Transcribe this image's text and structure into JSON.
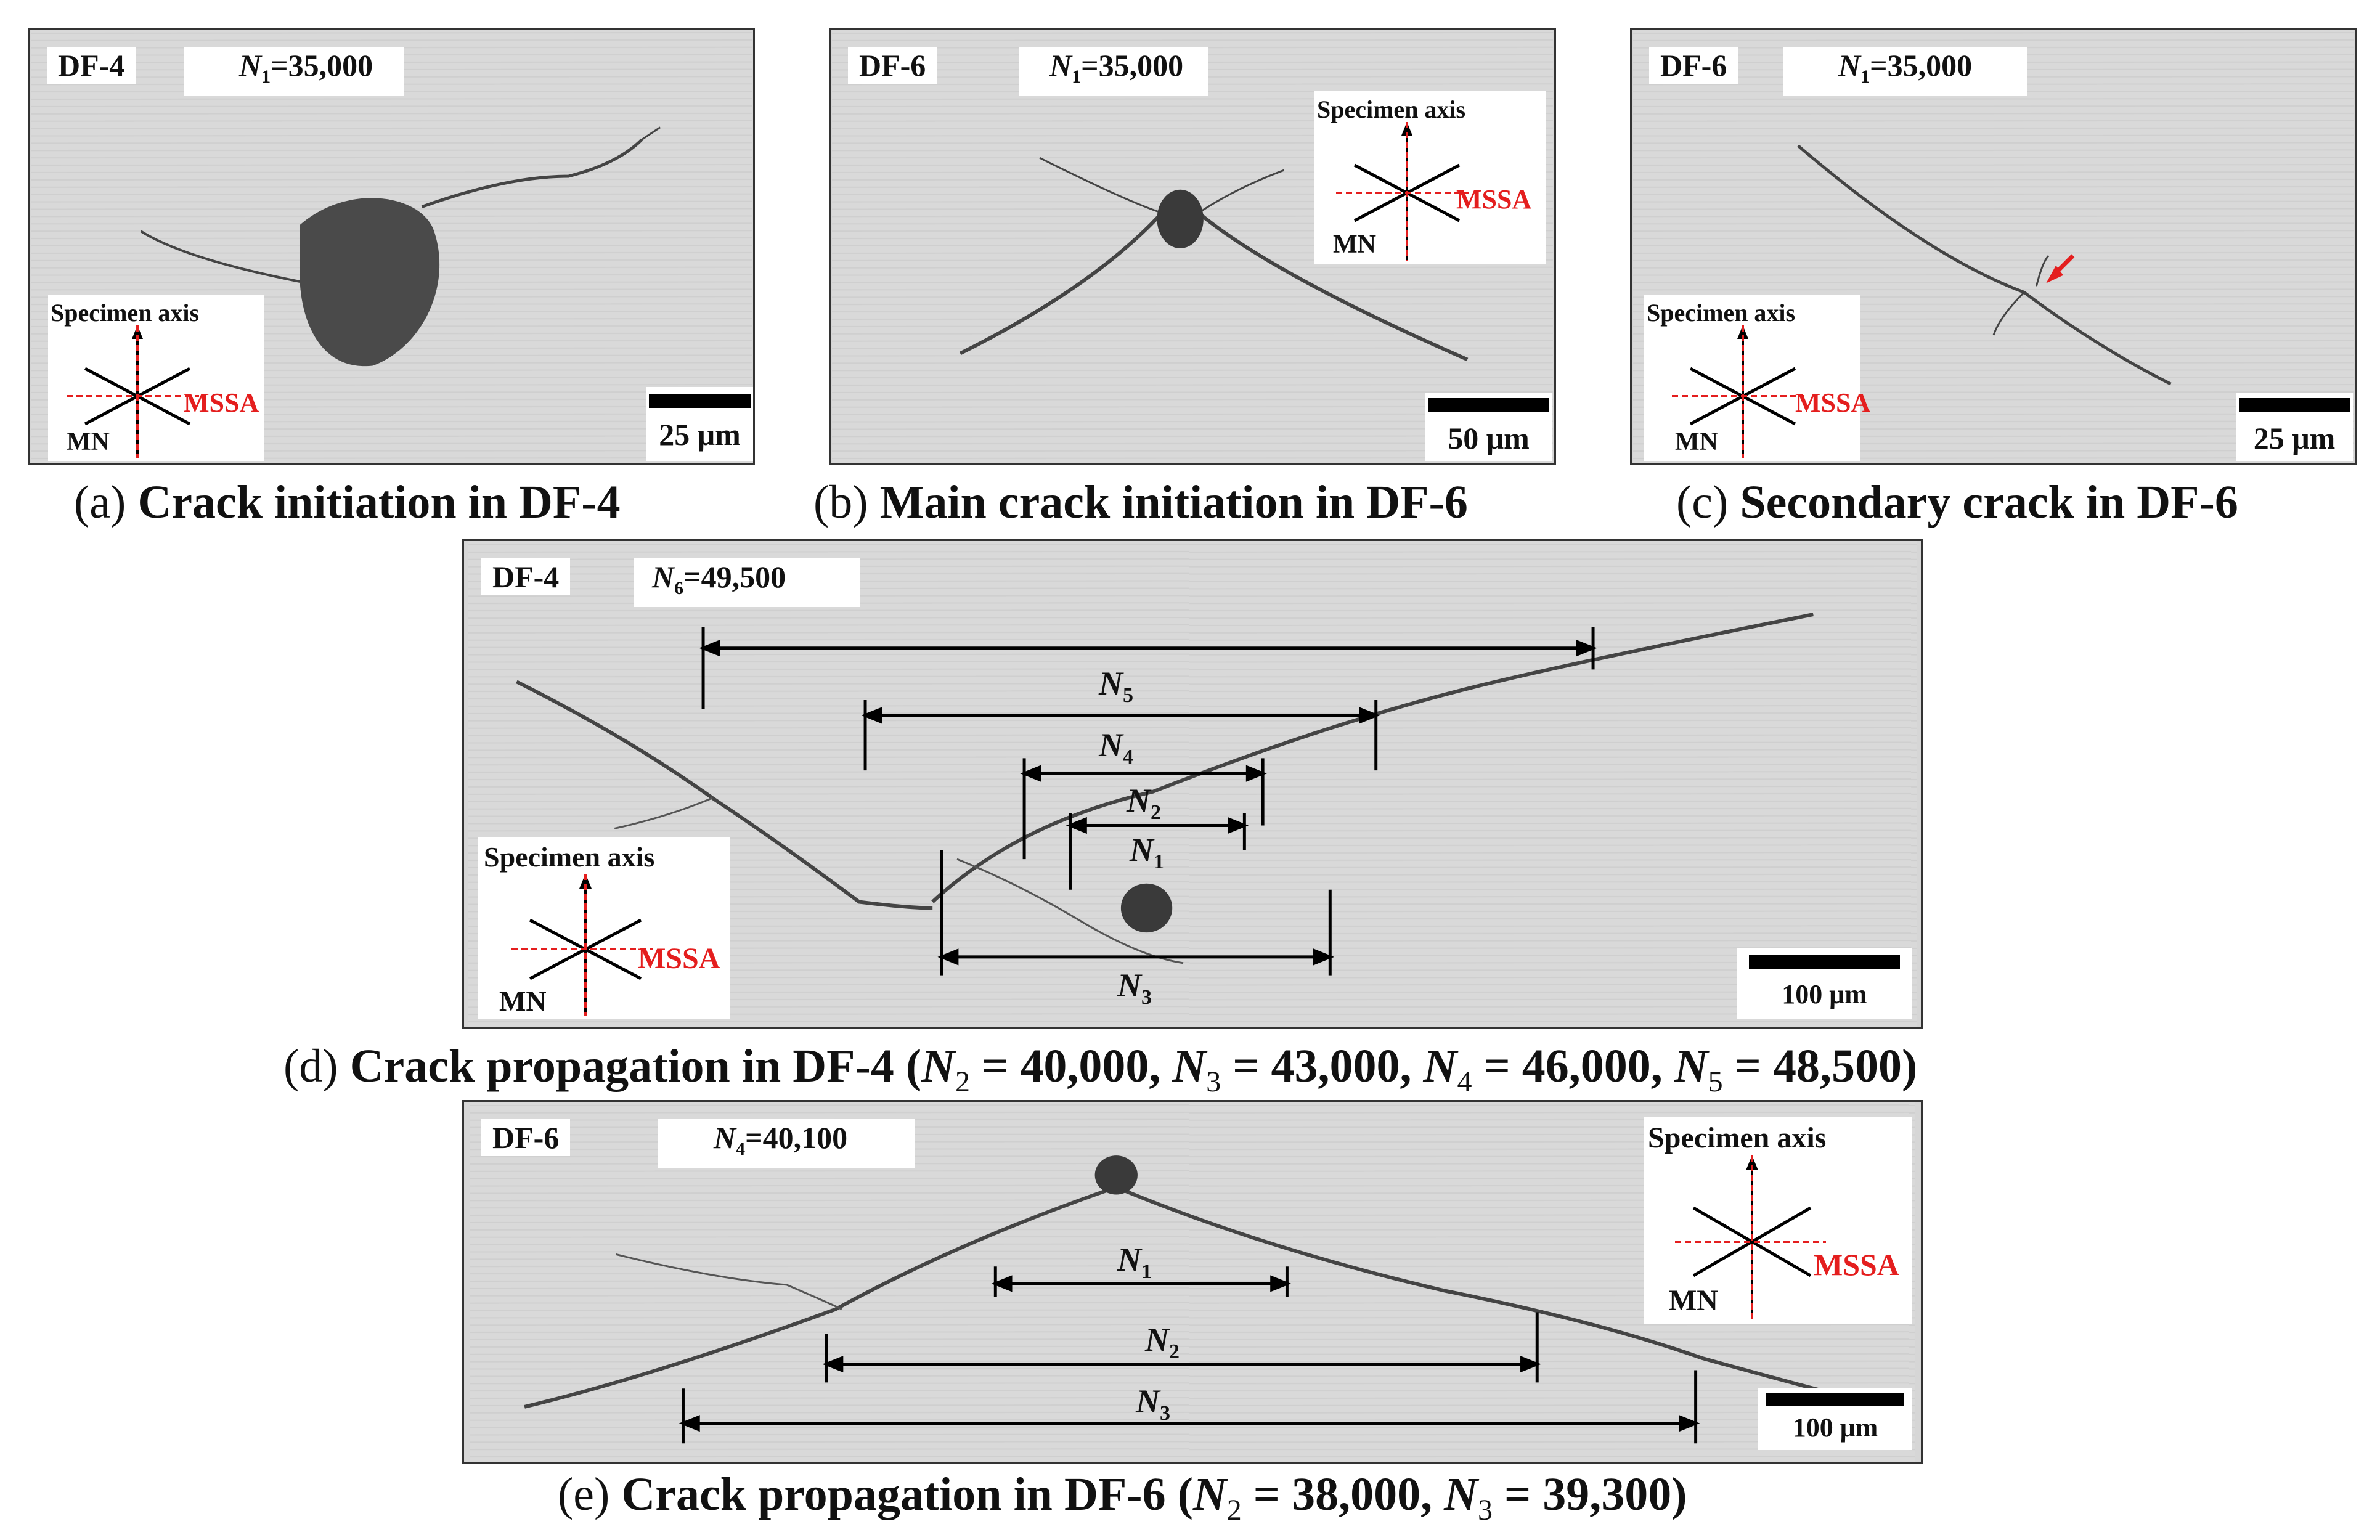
{
  "panels": {
    "a": {
      "specimen": "DF-4",
      "cycle_var": "N",
      "cycle_sub": "1",
      "cycle_value": "=35,000",
      "scale_label": "25 μm",
      "inset": {
        "axis": "Specimen axis",
        "mssa": "MSSA",
        "mn": "MN"
      },
      "caption_prefix": "(a)",
      "caption_text": " Crack initiation in DF-4"
    },
    "b": {
      "specimen": "DF-6",
      "cycle_var": "N",
      "cycle_sub": "1",
      "cycle_value": "=35,000",
      "scale_label": "50 μm",
      "inset": {
        "axis": "Specimen axis",
        "mssa": "MSSA",
        "mn": "MN"
      },
      "caption_prefix": "(b)",
      "caption_text": " Main crack initiation in DF-6"
    },
    "c": {
      "specimen": "DF-6",
      "cycle_var": "N",
      "cycle_sub": "1",
      "cycle_value": "=35,000",
      "scale_label": "25 μm",
      "inset": {
        "axis": "Specimen axis",
        "mssa": "MSSA",
        "mn": "MN"
      },
      "caption_prefix": "(c)",
      "caption_text": " Secondary crack in DF-6"
    },
    "d": {
      "specimen": "DF-4",
      "cycle_var": "N",
      "cycle_sub": "6",
      "cycle_value": "=49,500",
      "scale_label": "100 μm",
      "inset": {
        "axis": "Specimen axis",
        "mssa": "MSSA",
        "mn": "MN"
      },
      "labels": {
        "n1": "1",
        "n2": "2",
        "n3": "3",
        "n4": "4",
        "n5": "5",
        "var": "N"
      },
      "caption_prefix": "(d)",
      "caption_main": " Crack propagation in DF-4 (",
      "caption_parts": [
        {
          "var": "N",
          "sub": "2",
          "val": " = 40,000, "
        },
        {
          "var": "N",
          "sub": "3",
          "val": " = 43,000, "
        },
        {
          "var": "N",
          "sub": "4",
          "val": " = 46,000, "
        },
        {
          "var": "N",
          "sub": "5",
          "val": " = 48,500)"
        }
      ]
    },
    "e": {
      "specimen": "DF-6",
      "cycle_var": "N",
      "cycle_sub": "4",
      "cycle_value": "=40,100",
      "scale_label": "100 μm",
      "inset": {
        "axis": "Specimen axis",
        "mssa": "MSSA",
        "mn": "MN"
      },
      "labels": {
        "n1": "1",
        "n2": "2",
        "n3": "3",
        "var": "N"
      },
      "caption_prefix": "(e)",
      "caption_main": " Crack propagation in DF-6 (",
      "caption_parts": [
        {
          "var": "N",
          "sub": "2",
          "val": " = 38,000, "
        },
        {
          "var": "N",
          "sub": "3",
          "val": " = 39,300)"
        }
      ]
    }
  },
  "colors": {
    "mssa": "#e41e1e",
    "crack": "#333333",
    "background": "#d6d6d6"
  }
}
